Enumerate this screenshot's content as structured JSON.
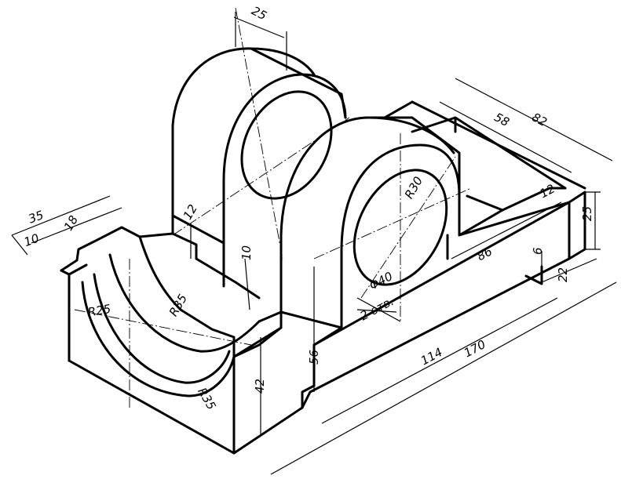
{
  "drawing": {
    "dimensions": {
      "d25_top": "25",
      "d82": "82",
      "d58": "58",
      "d12_right": "12",
      "d25_right": "25",
      "r30": "R30",
      "d86": "86",
      "d6": "6",
      "d22": "22",
      "phi40": "Φ40",
      "holes": "2 отв.",
      "d114": "114",
      "d170": "170",
      "d56": "56",
      "d42": "42",
      "r35_lower": "R35",
      "r35_upper": "R35",
      "r25": "R25",
      "d10_mid": "10",
      "d12_left": "12",
      "d35": "35",
      "d18": "18",
      "d10_left": "10"
    }
  }
}
